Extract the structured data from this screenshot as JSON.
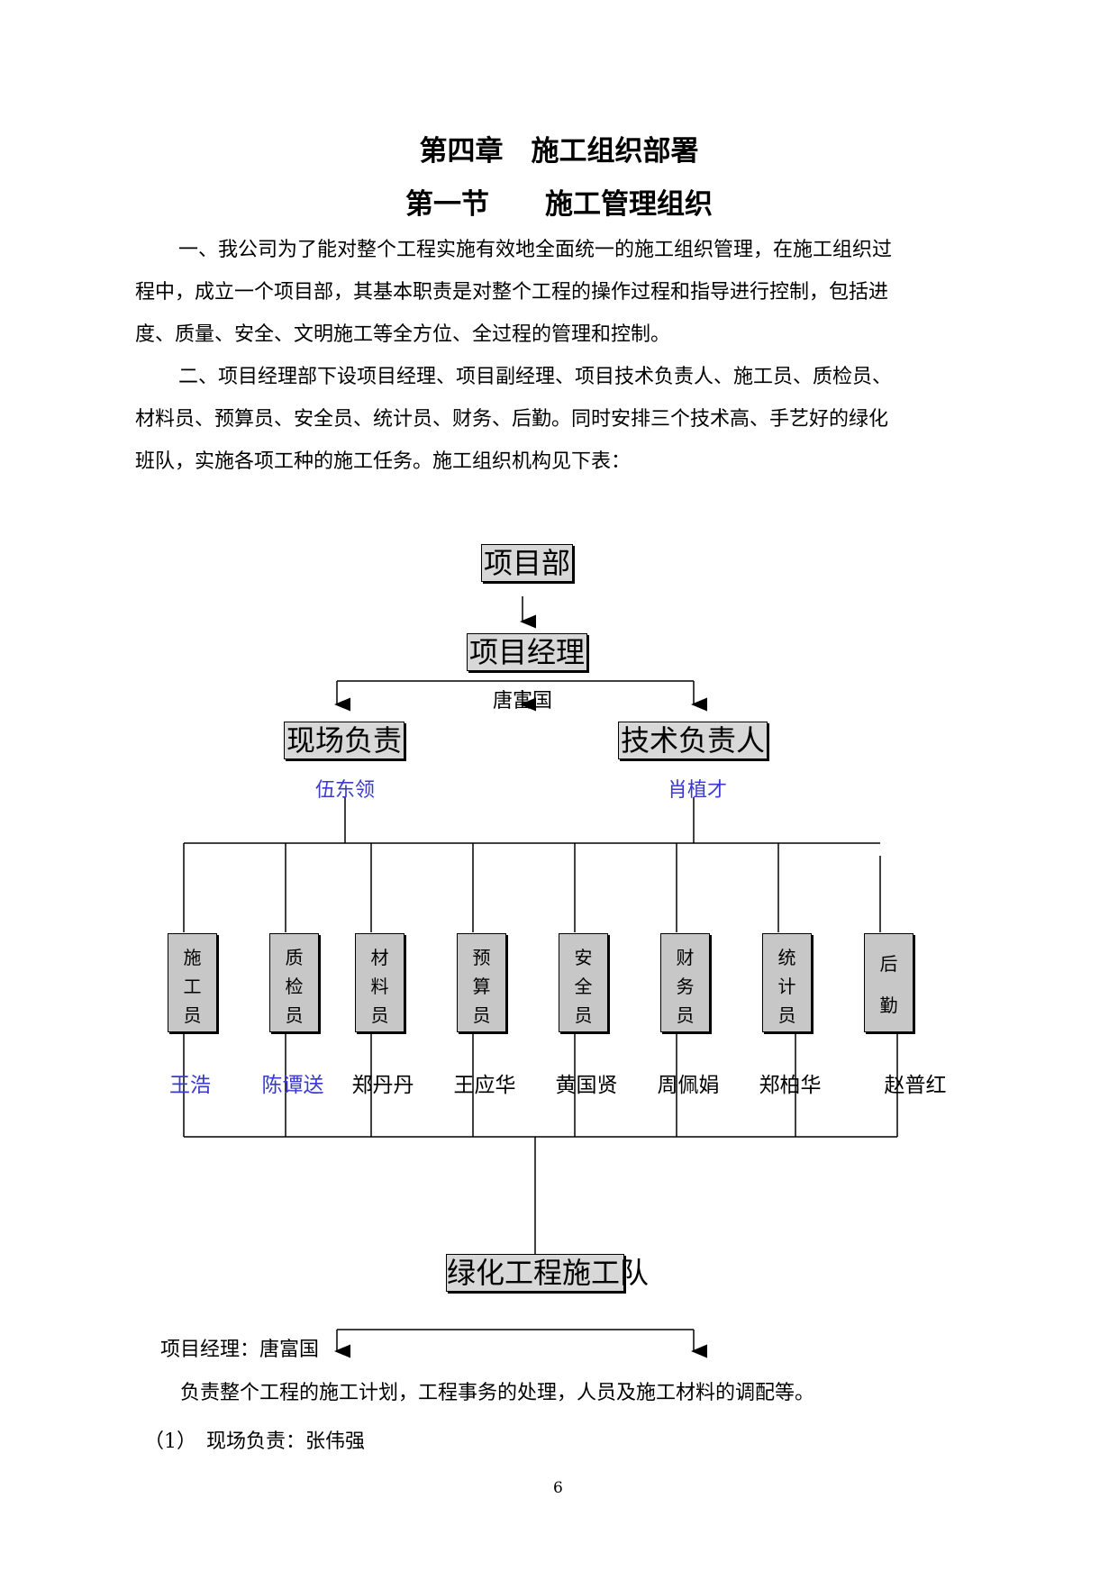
{
  "chapter_title": "第四章　施工组织部署",
  "section_title": "第一节　　施工管理组织",
  "paragraphs": [
    "一、我公司为了能对整个工程实施有效地全面统一的施工组织管理，在施工组织过",
    "程中，成立一个项目部，其基本职责是对整个工程的操作过程和指导进行控制，包括进",
    "度、质量、安全、文明施工等全方位、全过程的管理和控制。",
    "二、项目经理部下设项目经理、项目副经理、项目技术负责人、施工员、质检员、",
    "材料员、预算员、安全员、统计员、财务、后勤。同时安排三个技术高、手艺好的绿化",
    "班队，实施各项工种的施工任务。施工组织机构见下表："
  ],
  "org_chart": {
    "top": "项目部",
    "manager": {
      "role": "项目经理",
      "name": "唐富国"
    },
    "left_lead": {
      "role": "现场负责",
      "name": "伍东领"
    },
    "right_lead": {
      "role": "技术负责人",
      "name": "肖植才"
    },
    "staff": [
      {
        "role": "施工员",
        "chars": [
          "施",
          "工",
          "员"
        ],
        "name": "王浩",
        "name_color": "#3a3acc"
      },
      {
        "role": "质检员",
        "chars": [
          "质",
          "检",
          "员"
        ],
        "name": "陈谭送",
        "name_color": "#3a3acc"
      },
      {
        "role": "材料员",
        "chars": [
          "材",
          "料",
          "员"
        ],
        "name": "郑丹丹",
        "name_color": "#000000"
      },
      {
        "role": "预算员",
        "chars": [
          "预",
          "算",
          "员"
        ],
        "name": "王应华",
        "name_color": "#000000"
      },
      {
        "role": "安全员",
        "chars": [
          "安",
          "全",
          "员"
        ],
        "name": "黄国贤",
        "name_color": "#000000"
      },
      {
        "role": "财务员",
        "chars": [
          "财",
          "务",
          "员"
        ],
        "name": "周佩娟",
        "name_color": "#000000"
      },
      {
        "role": "统计员",
        "chars": [
          "统",
          "计",
          "员"
        ],
        "name": "郑柏华",
        "name_color": "#000000"
      },
      {
        "role": "后勤",
        "chars": [
          "后",
          "勤"
        ],
        "name": "赵普红",
        "name_color": "#000000"
      }
    ],
    "team": "绿化工程施工队"
  },
  "after_chart": {
    "manager_line": "项目经理：唐富国",
    "manager_duty": "负责整个工程的施工计划，工程事务的处理，人员及施工材料的调配等。",
    "item_1": "（1）　现场负责：张伟强"
  },
  "page_number": "6"
}
